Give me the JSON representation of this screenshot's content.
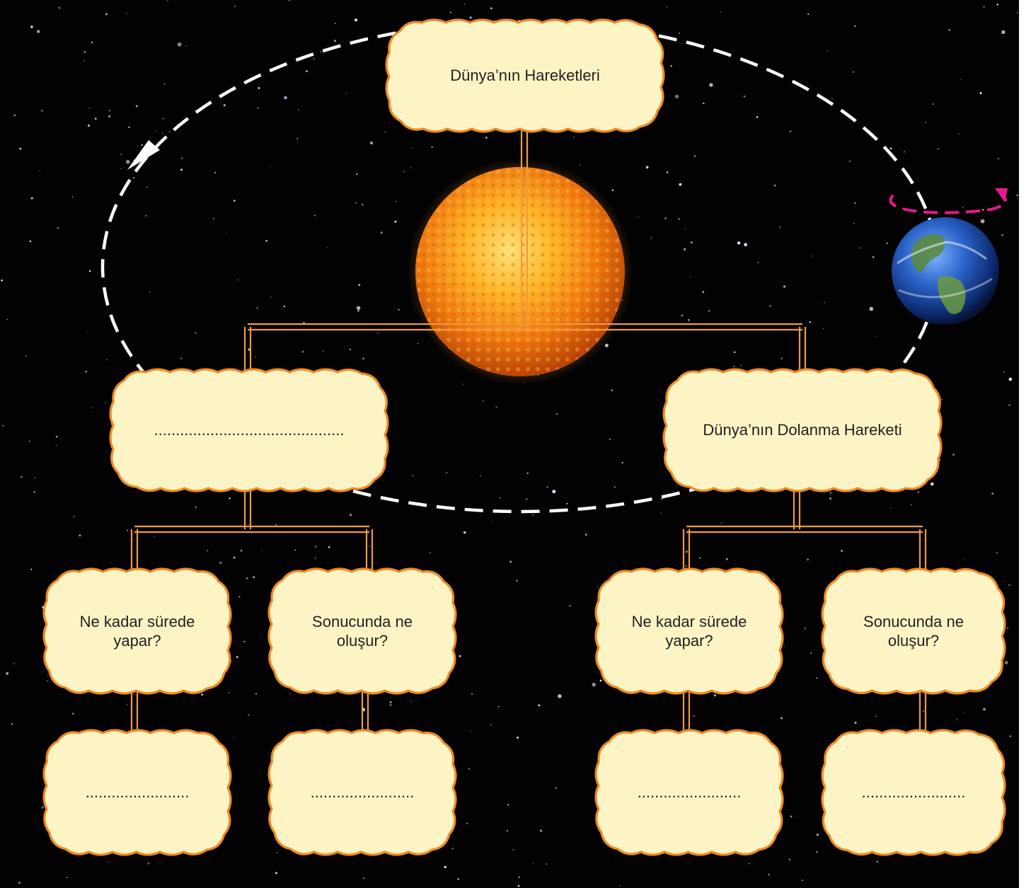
{
  "diagram": {
    "root": {
      "label": "Dünya’nın Hareketleri"
    },
    "left_branch": {
      "label": "............................................",
      "duration_question": "Ne kadar sürede\nyapar?",
      "result_question": "Sonucunda ne\noluşur?",
      "duration_answer": "........................",
      "result_answer": "........................"
    },
    "right_branch": {
      "label": "Dünya’nın Dolanma Hareketi",
      "duration_question": "Ne kadar sürede\nyapar?",
      "result_question": "Sonucunda ne\noluşur?",
      "duration_answer": "........................",
      "result_answer": "........................"
    }
  },
  "illustration": {
    "sun": "sun",
    "earth": "earth-globe",
    "orbit": "dashed-orbit-arrow",
    "rotation": "rotation-arrow"
  },
  "colors": {
    "background": "#020203",
    "box_fill": "#fdf4c6",
    "box_border": "#ef8a22",
    "connector": "#f19a3e",
    "orbit": "#ffffff",
    "rotation_arrow": "#e8188c"
  }
}
